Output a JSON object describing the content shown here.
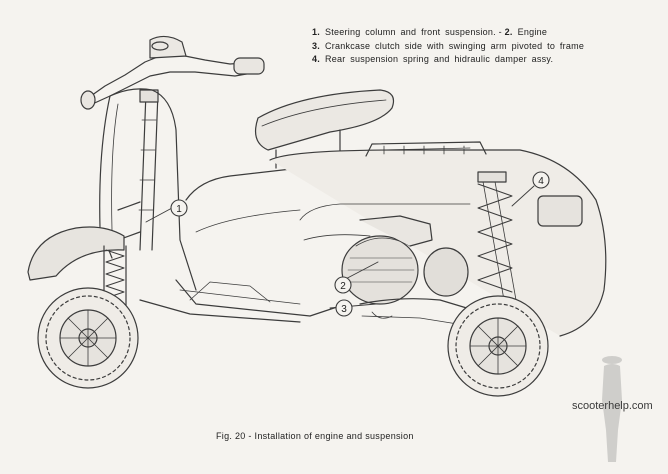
{
  "legend": [
    {
      "num": "1.",
      "text": "Steering column and front suspension.",
      "sep": " - ",
      "num2": "2.",
      "text2": "Engine"
    },
    {
      "num": "3.",
      "text": "Crankcase clutch side with swinging arm pivoted to frame"
    },
    {
      "num": "4.",
      "text": "Rear suspension spring and hidraulic damper assy."
    }
  ],
  "callouts": [
    "1",
    "2",
    "3",
    "4"
  ],
  "caption": "Fig. 20 - Installation of engine and suspension",
  "watermark": "scooterhelp.com",
  "colors": {
    "paper": "#f5f3ef",
    "ink": "#3c3c3c"
  }
}
